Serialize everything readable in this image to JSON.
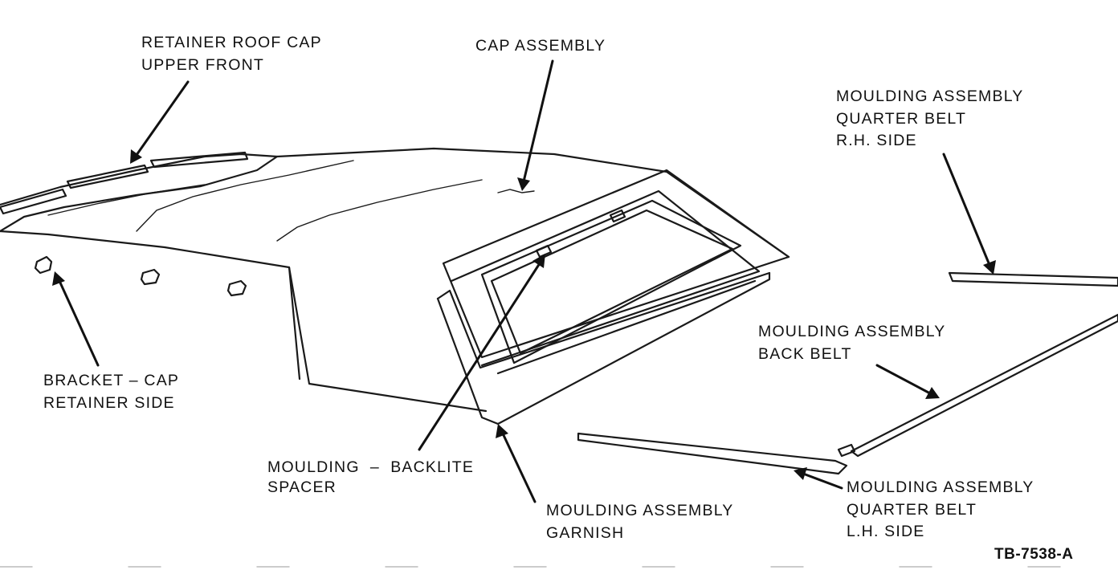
{
  "labels": {
    "retainer_roof_cap": [
      "RETAINER ROOF CAP",
      "UPPER FRONT"
    ],
    "cap_assembly": [
      "CAP ASSEMBLY"
    ],
    "moulding_quarter_belt_rh": [
      "MOULDING ASSEMBLY",
      "QUARTER BELT",
      "R.H. SIDE"
    ],
    "bracket_cap_retainer": [
      "BRACKET – CAP",
      "RETAINER SIDE"
    ],
    "moulding_back_belt": [
      "MOULDING ASSEMBLY",
      "BACK BELT"
    ],
    "moulding_backlite_spacer": [
      "MOULDING  –  BACKLITE",
      "SPACER"
    ],
    "moulding_garnish": [
      "MOULDING ASSEMBLY",
      "GARNISH"
    ],
    "moulding_quarter_belt_lh": [
      "MOULDING ASSEMBLY",
      "QUARTER BELT",
      "L.H. SIDE"
    ]
  },
  "figure_code": "TB-7538-A"
}
